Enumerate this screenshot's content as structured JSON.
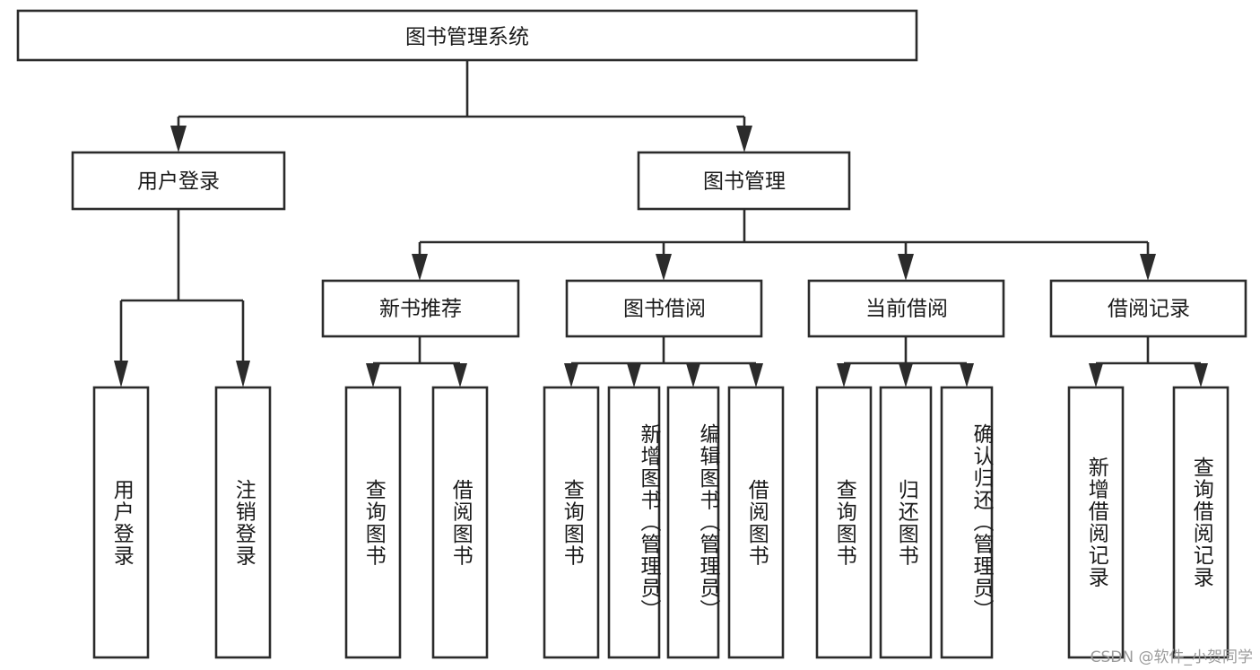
{
  "diagram": {
    "title": "图书管理系统",
    "watermark": "CSDN @软件_小贺同学",
    "type": "tree-hierarchy-diagram",
    "colors": {
      "stroke": "#2b2b2b",
      "box_fill": "#ffffff",
      "text": "#1a1a1a",
      "background": "#ffffff",
      "watermark": "#9b9b9b"
    },
    "levels": {
      "root": {
        "label": "图书管理系统"
      },
      "level2": [
        {
          "label": "用户登录"
        },
        {
          "label": "图书管理"
        }
      ],
      "level3": [
        {
          "label": "新书推荐"
        },
        {
          "label": "图书借阅"
        },
        {
          "label": "当前借阅"
        },
        {
          "label": "借阅记录"
        }
      ],
      "leaves": [
        {
          "label": "用户登录",
          "parent": "用户登录"
        },
        {
          "label": "注销登录",
          "parent": "用户登录"
        },
        {
          "label": "查询图书",
          "parent": "新书推荐"
        },
        {
          "label": "借阅图书",
          "parent": "新书推荐"
        },
        {
          "label": "查询图书",
          "parent": "图书借阅"
        },
        {
          "label": "新增图书（管理员）",
          "parent": "图书借阅"
        },
        {
          "label": "编辑图书（管理员）",
          "parent": "图书借阅"
        },
        {
          "label": "借阅图书",
          "parent": "图书借阅"
        },
        {
          "label": "查询图书",
          "parent": "当前借阅"
        },
        {
          "label": "归还图书",
          "parent": "当前借阅"
        },
        {
          "label": "确认归还（管理员）",
          "parent": "当前借阅"
        },
        {
          "label": "新增借阅记录",
          "parent": "借阅记录"
        },
        {
          "label": "查询借阅记录",
          "parent": "借阅记录"
        }
      ]
    }
  }
}
